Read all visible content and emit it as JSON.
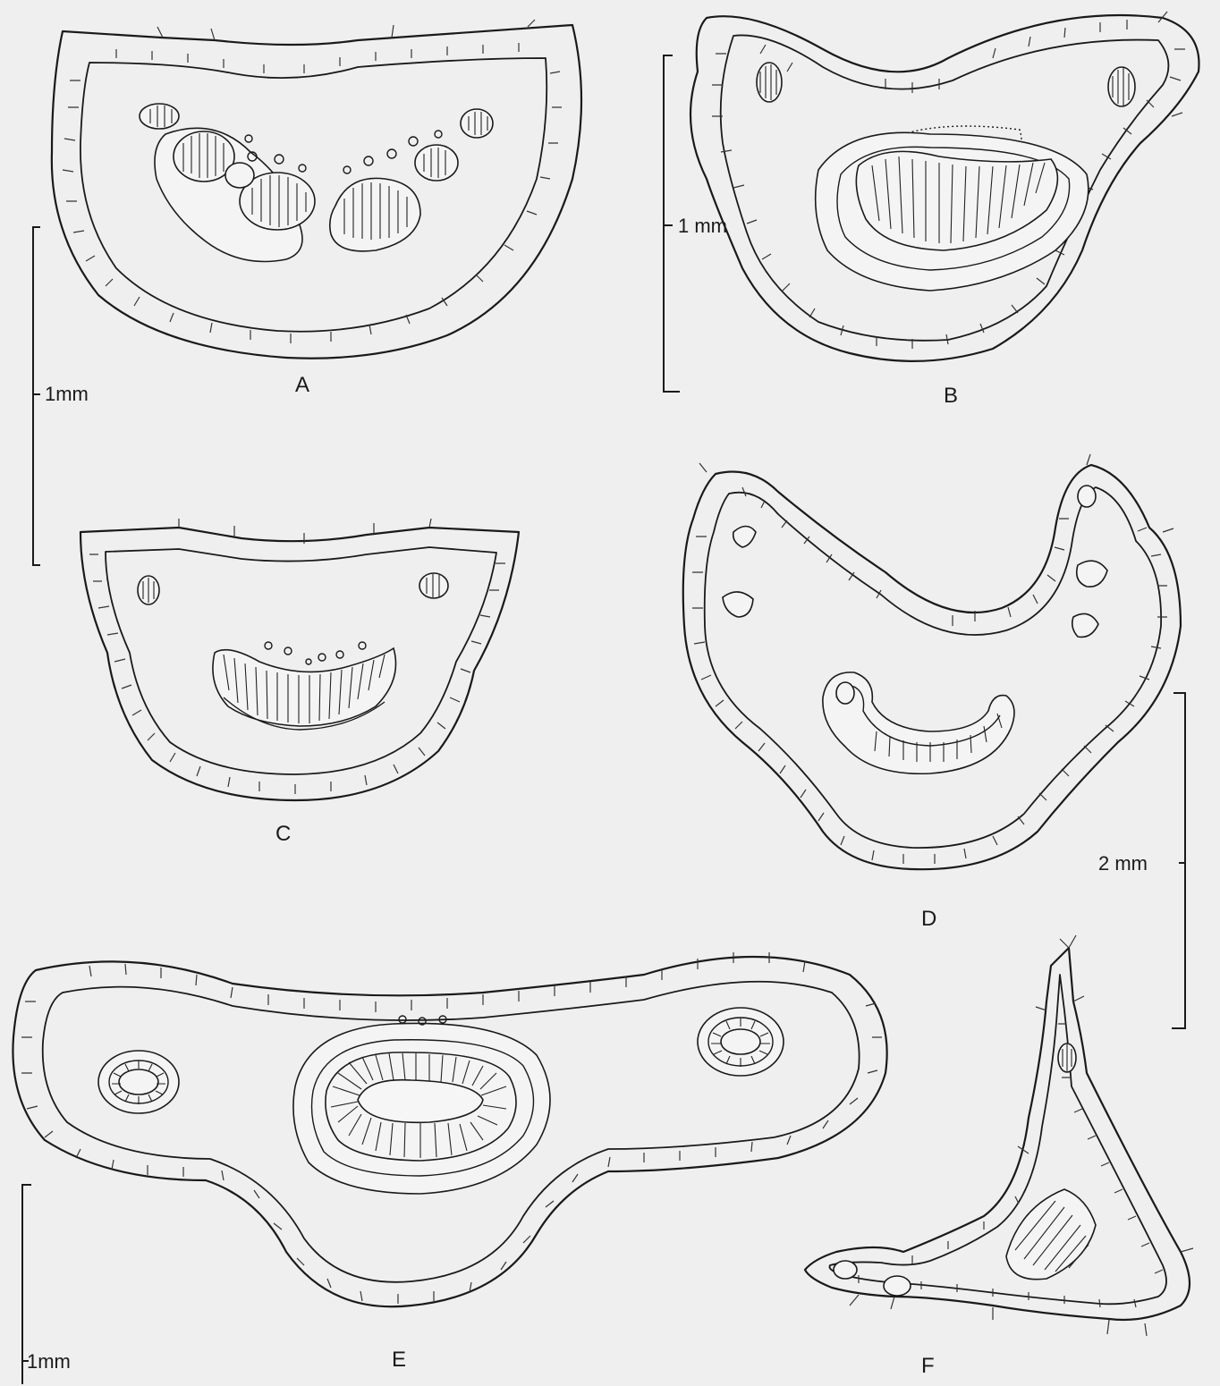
{
  "figure": {
    "panels": [
      {
        "id": "A",
        "label": "A"
      },
      {
        "id": "B",
        "label": "B"
      },
      {
        "id": "C",
        "label": "C"
      },
      {
        "id": "D",
        "label": "D"
      },
      {
        "id": "E",
        "label": "E"
      },
      {
        "id": "F",
        "label": "F"
      }
    ],
    "scale_bars": [
      {
        "id": "scale-a",
        "label": "1mm"
      },
      {
        "id": "scale-b",
        "label": "1 mm"
      },
      {
        "id": "scale-d",
        "label": "2 mm"
      },
      {
        "id": "scale-e",
        "label": "1mm"
      }
    ]
  },
  "colors": {
    "background": "#efefef",
    "ink": "#1a1a1a"
  }
}
